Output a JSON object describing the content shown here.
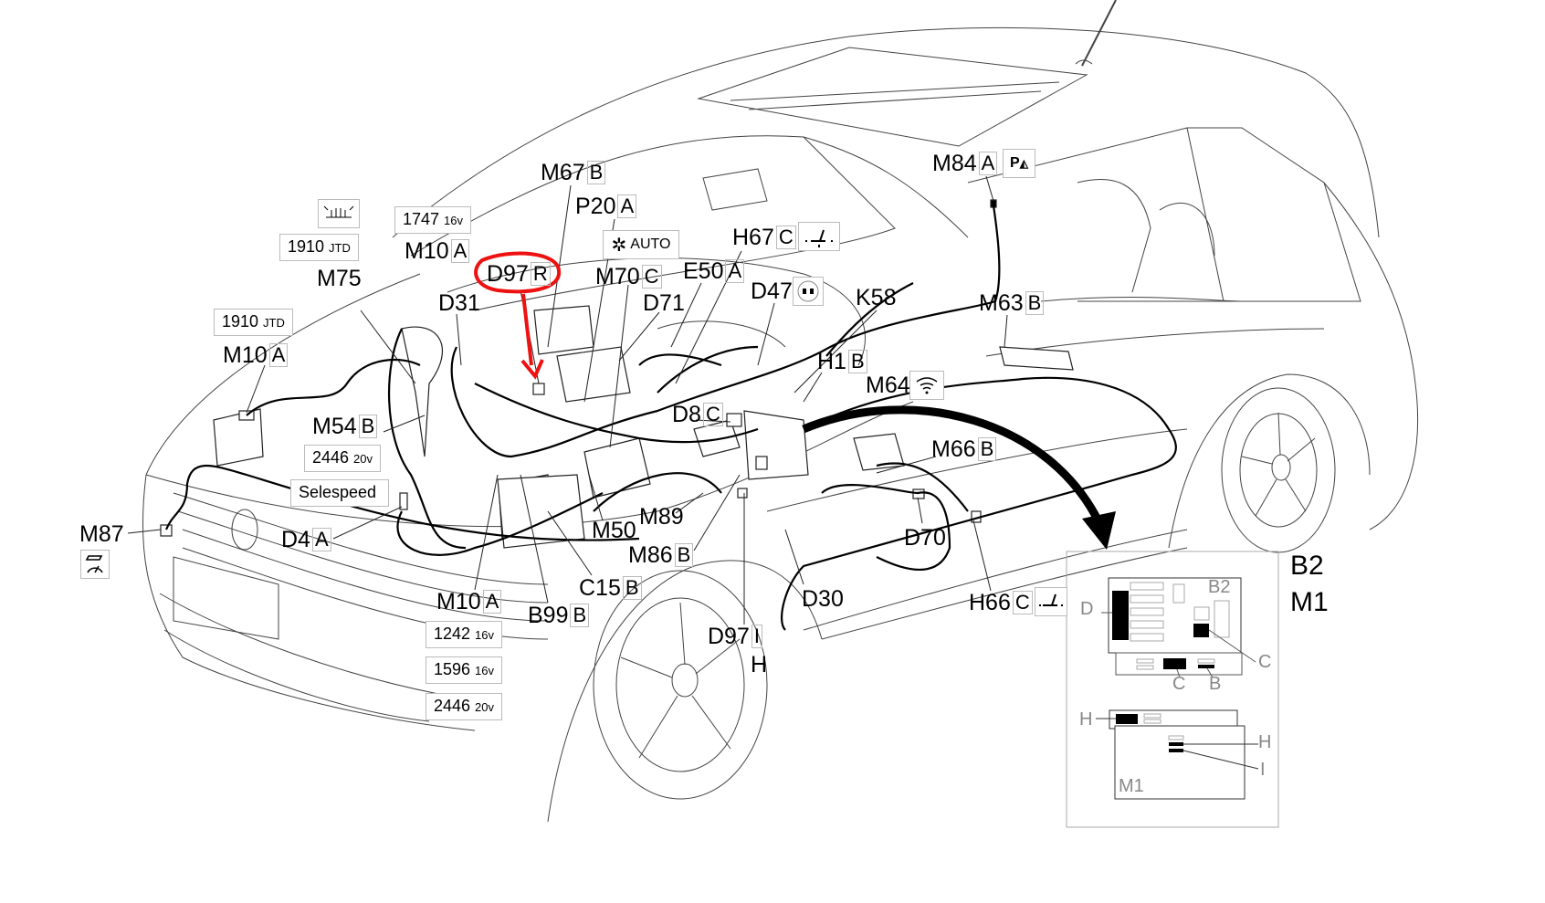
{
  "labels": [
    {
      "code": "M67",
      "suffix": "B"
    },
    {
      "code": "P20",
      "suffix": "A"
    },
    {
      "code": "M10",
      "suffix": "A"
    },
    {
      "code": "D97",
      "suffix": "R"
    },
    {
      "code": "M70",
      "suffix": "C"
    },
    {
      "code": "E50",
      "suffix": "A"
    },
    {
      "code": "H67",
      "suffix": "C"
    },
    {
      "code": "D71",
      "suffix": ""
    },
    {
      "code": "D47",
      "suffix": ""
    },
    {
      "code": "K58",
      "suffix": ""
    },
    {
      "code": "M84",
      "suffix": "A"
    },
    {
      "code": "M63",
      "suffix": "B"
    },
    {
      "code": "M75",
      "suffix": ""
    },
    {
      "code": "D31",
      "suffix": ""
    },
    {
      "code": "M10",
      "suffix": "A"
    },
    {
      "code": "H1",
      "suffix": "B"
    },
    {
      "code": "M64",
      "suffix": ""
    },
    {
      "code": "M54",
      "suffix": "B"
    },
    {
      "code": "D8",
      "suffix": "C"
    },
    {
      "code": "M66",
      "suffix": "B"
    },
    {
      "code": "D4",
      "suffix": "A"
    },
    {
      "code": "M87",
      "suffix": ""
    },
    {
      "code": "M50",
      "suffix": ""
    },
    {
      "code": "M89",
      "suffix": ""
    },
    {
      "code": "M86",
      "suffix": "B"
    },
    {
      "code": "D70",
      "suffix": ""
    },
    {
      "code": "C15",
      "suffix": "B"
    },
    {
      "code": "M10",
      "suffix": "A"
    },
    {
      "code": "B99",
      "suffix": "B"
    },
    {
      "code": "D30",
      "suffix": ""
    },
    {
      "code": "H66",
      "suffix": "C"
    },
    {
      "code": "D97",
      "suffix": "I"
    },
    {
      "code": "H",
      "suffix": ""
    }
  ],
  "engine_boxes": [
    {
      "main": "1747",
      "sub": "16v"
    },
    {
      "main": "1910",
      "sub": "JTD"
    },
    {
      "main": "1910",
      "sub": "JTD"
    },
    {
      "main": "2446",
      "sub": "20v"
    },
    {
      "main": "Selespeed",
      "sub": ""
    },
    {
      "main": "1242",
      "sub": "16v"
    },
    {
      "main": "1596",
      "sub": "16v"
    },
    {
      "main": "2446",
      "sub": "20v"
    }
  ],
  "icons": {
    "auto_climate": "AUTO",
    "parking_sensor": "P",
    "glow_plug": "glow-plug-icon",
    "seat_adjust": "seat-adjust-icon",
    "lumbar": "lumbar-icon",
    "rain_sensor": "rain-sensor-icon",
    "speed_control": "speed-control-icon"
  },
  "inset": {
    "title_top": "B2",
    "title_bottom": "M1",
    "board_label": "B2",
    "sub_label": "M1",
    "pins": {
      "d": "D",
      "c_right": "C",
      "c_bottom": "C",
      "b": "B",
      "h_left": "H",
      "h_right": "H",
      "i": "I"
    }
  },
  "colors": {
    "highlight": "#ee1111",
    "line": "#000000",
    "frame": "#bbbbbb"
  }
}
